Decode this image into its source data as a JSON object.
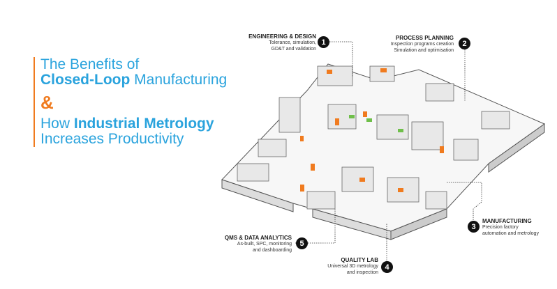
{
  "title": {
    "line1": "The Benefits of",
    "line2_bold": "Closed-Loop",
    "line2_rest": " Manufacturing",
    "ampersand": "&",
    "line3_pre": "How ",
    "line3_bold": "Industrial Metrology",
    "line4": "Increases Productivity"
  },
  "stages": [
    {
      "number": "1",
      "title": "ENGINEERING & DESIGN",
      "line1": "Tolerance, simulation,",
      "line2": "GD&T and validation"
    },
    {
      "number": "2",
      "title": "PROCESS PLANNING",
      "line1": "Inspection programs creation",
      "line2": "Simulation and optimisation"
    },
    {
      "number": "3",
      "title": "MANUFACTURING",
      "line1": "Precision factory",
      "line2": "automation and metrology"
    },
    {
      "number": "4",
      "title": "QUALITY LAB",
      "line1": "Universal 3D metrology",
      "line2": "and inspection"
    },
    {
      "number": "5",
      "title": "QMS & DATA ANALYTICS",
      "line1": "As-built, SPC, monitoring",
      "line2": "and dashboarding"
    }
  ],
  "colors": {
    "accent_blue": "#2aa3dd",
    "accent_orange": "#f07b1f"
  }
}
